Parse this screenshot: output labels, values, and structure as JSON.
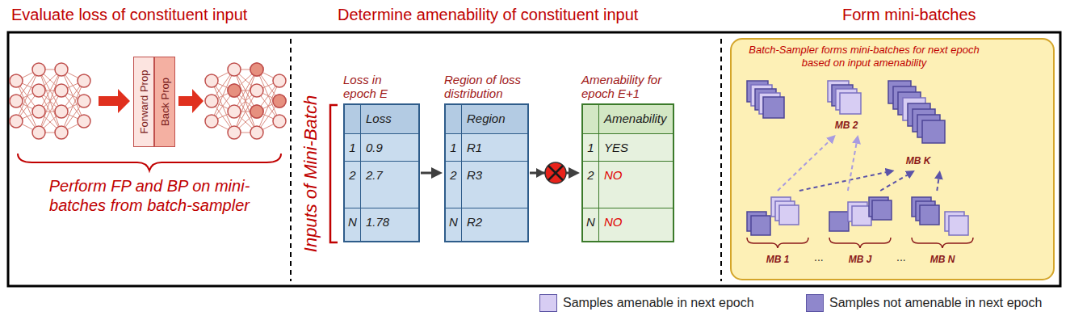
{
  "diagram": {
    "nodes": [
      {
        "text": [
          "Forward Prop"
        ]
      },
      {
        "text": [
          "Back Prop"
        ]
      },
      {
        "text": [
          "Loss in epoch E",
          "Loss",
          "1",
          "0.9",
          "2",
          "2.7",
          "N",
          "1.78"
        ]
      },
      {
        "text": [
          "Region of loss distribution",
          "Region",
          "1",
          "R1",
          "2",
          "R3",
          "N",
          "R2"
        ]
      },
      {
        "text": [
          "Amenability for epoch E+1",
          "Amenability",
          "1",
          "YES",
          "2",
          "NO",
          "N",
          "NO"
        ]
      },
      {
        "text": [
          "Batch-Sampler forms mini-batches for next epoch based on input amenability"
        ]
      },
      {
        "text": [
          "MB 2"
        ],
        "in": 5
      },
      {
        "text": [
          "MB K"
        ],
        "in": 5
      },
      {
        "text": [
          "MB 1"
        ],
        "in": 5
      },
      {
        "text": [
          "MB J"
        ],
        "in": 5
      },
      {
        "text": [
          "MB N"
        ],
        "in": 5
      }
    ],
    "edges": [
      {
        "from": 2,
        "to": 3,
        "arrow": "to"
      },
      {
        "from": 3,
        "to": 4,
        "arrow": "to"
      },
      {
        "from": 8,
        "to": 6,
        "arrow": "to"
      },
      {
        "from": 8,
        "to": 7,
        "arrow": "to"
      },
      {
        "from": 9,
        "to": 6,
        "arrow": "to"
      },
      {
        "from": 9,
        "to": 7,
        "arrow": "to"
      },
      {
        "from": 10,
        "to": 7,
        "arrow": "to"
      }
    ],
    "labels": [
      "Evaluate loss of constituent input",
      "Determine amenability of constituent input",
      "Form mini-batches",
      "Perform FP and BP on mini-batches from batch-sampler",
      "Inputs of Mini-Batch",
      "...",
      "..."
    ],
    "legend": [
      {
        "text": "Samples amenable in next epoch",
        "color": "#d7cdf3"
      },
      {
        "text": "Samples not amenable in next epoch",
        "color": "#8f87cc"
      }
    ]
  }
}
